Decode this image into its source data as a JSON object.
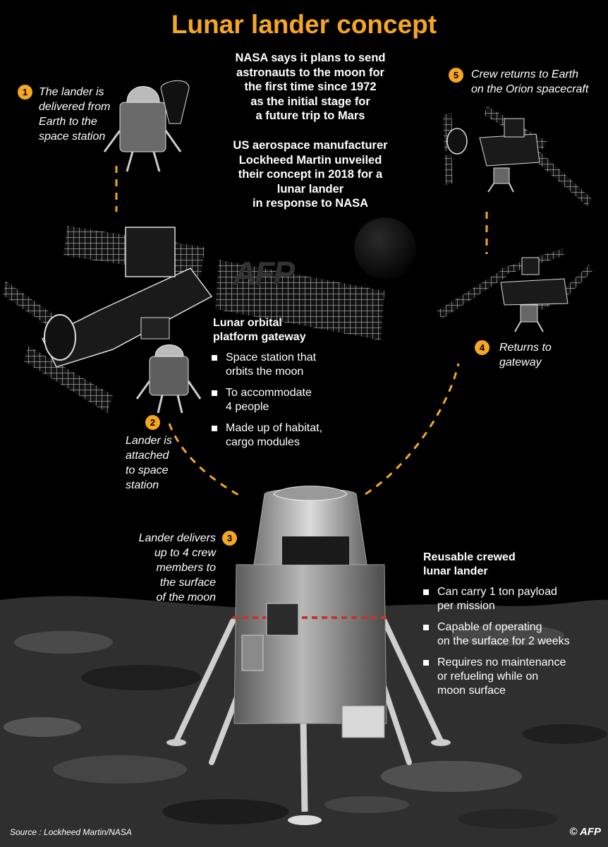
{
  "title": "Lunar lander concept",
  "intro": {
    "p1": [
      "NASA says it plans to send",
      "astronauts to the moon for",
      "the first time since 1972",
      "as the initial stage for",
      "a future trip to Mars"
    ],
    "p2": [
      "US aerospace manufacturer",
      "Lockheed Martin unveiled",
      "their concept in 2018 for a",
      "lunar lander",
      "in response to NASA"
    ]
  },
  "steps": [
    {
      "num": "1",
      "lines": [
        "The lander is",
        "delivered from",
        "Earth to the",
        "space station"
      ]
    },
    {
      "num": "2",
      "lines": [
        "Lander  is",
        "attached",
        "to space",
        "station"
      ]
    },
    {
      "num": "3",
      "lines": [
        "Lander delivers",
        "up to 4 crew",
        "members to",
        "the surface",
        "of the moon"
      ]
    },
    {
      "num": "4",
      "lines": [
        "Returns to",
        "gateway"
      ]
    },
    {
      "num": "5",
      "lines": [
        "Crew returns to Earth",
        "on the Orion spacecraft"
      ]
    }
  ],
  "gateway": {
    "heading": [
      "Lunar orbital",
      "platform gateway"
    ],
    "bullets": [
      [
        "Space station that",
        "orbits the moon"
      ],
      [
        "To accommodate",
        "4 people"
      ],
      [
        "Made  up of habitat,",
        "cargo modules"
      ]
    ]
  },
  "lander": {
    "heading": [
      "Reusable crewed",
      "lunar lander"
    ],
    "bullets": [
      [
        "Can carry 1 ton payload",
        "per mission"
      ],
      [
        "Capable of  operating",
        "on the surface for 2 weeks"
      ],
      [
        "Requires no maintenance",
        "or refueling while on",
        "moon surface"
      ]
    ]
  },
  "watermark": "AFP",
  "source": "Source : Lockheed Martin/NASA",
  "credit": "© AFP",
  "colors": {
    "accent": "#f5a623",
    "background": "#000000",
    "text": "#ffffff",
    "surface": "#3a3a3a"
  }
}
